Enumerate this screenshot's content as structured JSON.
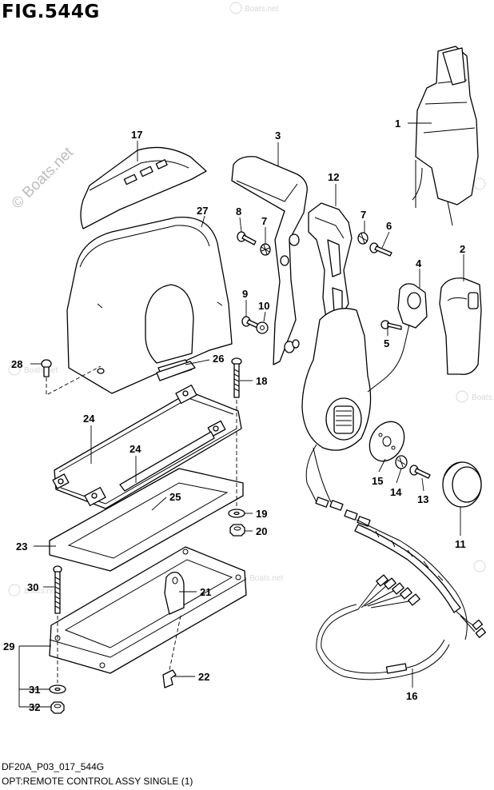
{
  "figure_title": "FIG.544G",
  "diagram_code": "DF20A_P03_017_544G",
  "caption": "OPT:REMOTE CONTROL ASSY SINGLE (1)",
  "watermark": "© Boats.net",
  "watermark_small": "Boats.net",
  "callouts": [
    "1",
    "2",
    "3",
    "4",
    "5",
    "6",
    "7",
    "7",
    "8",
    "9",
    "10",
    "11",
    "12",
    "13",
    "14",
    "15",
    "16",
    "17",
    "18",
    "19",
    "20",
    "21",
    "22",
    "23",
    "24",
    "24",
    "25",
    "26",
    "27",
    "28",
    "29",
    "30",
    "31",
    "32"
  ]
}
